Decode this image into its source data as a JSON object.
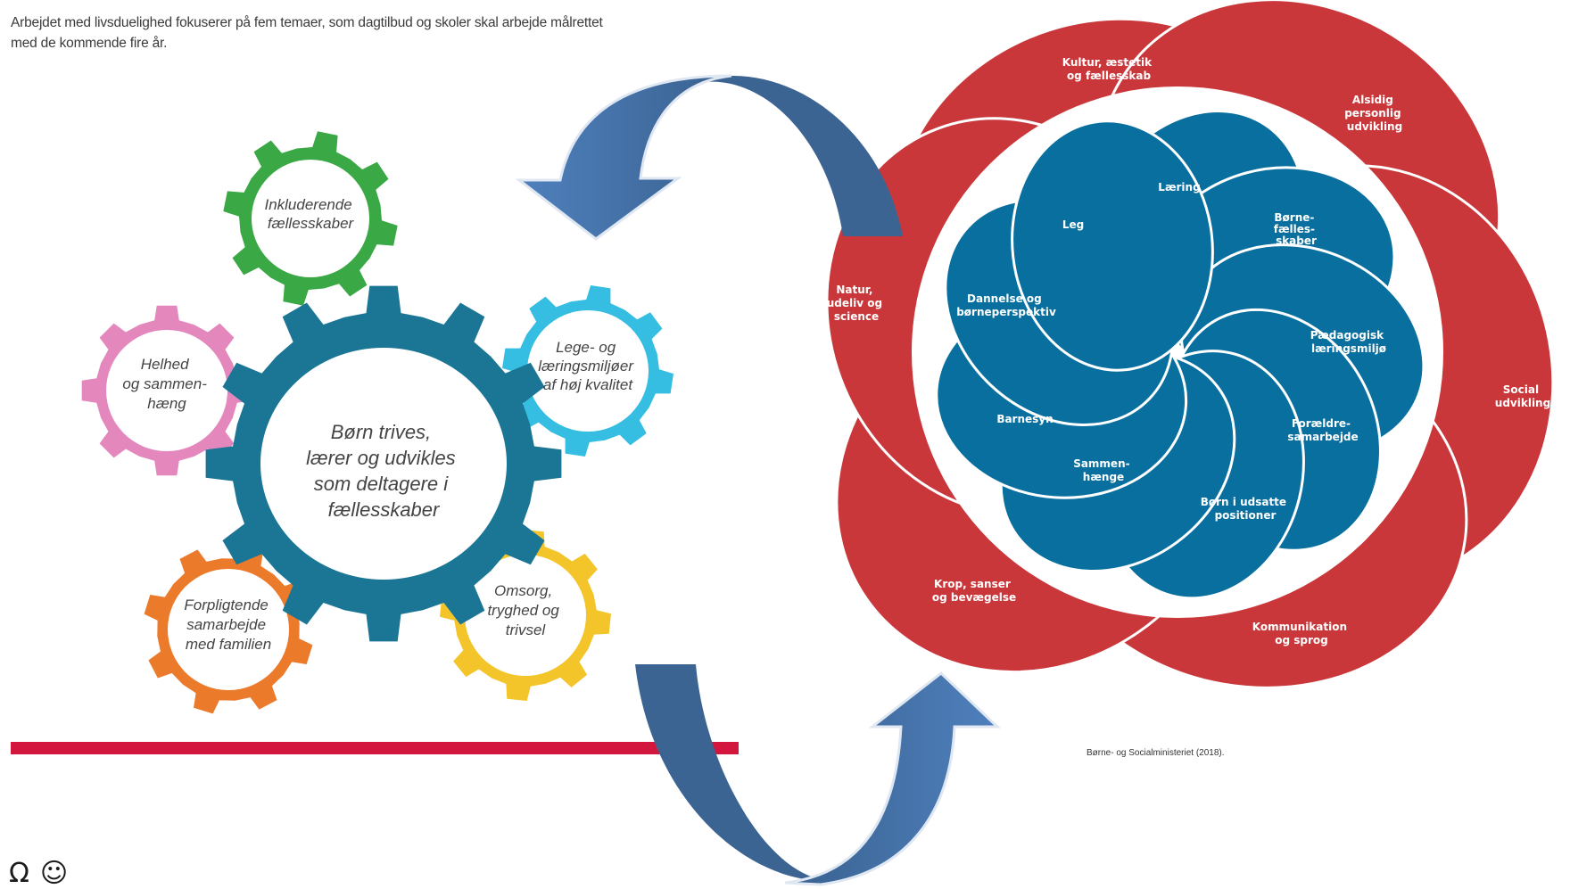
{
  "intro": {
    "line1": "Arbejdet med livsduelighed fokuserer på fem temaer, som dagtilbud og skoler skal arbejde målrettet",
    "line2": "med de kommende fire år."
  },
  "gears": {
    "center": [
      "Børn trives,",
      "lærer og udvikles",
      "som deltagere i",
      "fællesskaber"
    ],
    "top": [
      "Inkluderende",
      "fællesskaber"
    ],
    "left": [
      "Helhed",
      "og sammen-",
      "hæng"
    ],
    "right": [
      "Lege- og",
      "læringsmiljøer",
      "af høj kvalitet"
    ],
    "bottom_left": [
      "Forpligtende",
      "samarbejde",
      "med familien"
    ],
    "bottom_right": [
      "Omsorg,",
      "tryghed og",
      "trivsel"
    ]
  },
  "outer_petals": [
    [
      "Kultur, æstetik",
      "og fællesskab"
    ],
    [
      "Alsidig",
      "personlig",
      "udvikling"
    ],
    [
      "Social",
      "udvikling"
    ],
    [
      "Kommunikation",
      "og sprog"
    ],
    [
      "Krop, sanser",
      "og bevægelse"
    ],
    [
      "Natur,",
      "udeliv og",
      "science"
    ]
  ],
  "inner_petals": [
    [
      "Læring"
    ],
    [
      "Børne-",
      "fælles-",
      "skaber"
    ],
    [
      "Pædagogisk",
      "læringsmiljø"
    ],
    [
      "Forældre-",
      "samarbejde"
    ],
    [
      "Børn i udsatte",
      "positioner"
    ],
    [
      "Sammen-",
      "hænge"
    ],
    [
      "Barnesyn"
    ],
    [
      "Dannelse og",
      "børneperspektiv"
    ],
    [
      "Leg"
    ]
  ],
  "citation": "Børne- og Socialministeriet (2018).",
  "bottom_caption": "Ω☺",
  "colors": {
    "gear_center": "#1b7696",
    "gear_top": "#39a845",
    "gear_left": "#e487bd",
    "gear_right": "#35bde2",
    "gear_bottom_left": "#ec7a2b",
    "gear_bottom_right": "#f3c52a",
    "petal_red": "#c9373a",
    "petal_blue": "#086f9f",
    "arrow_blue": "#4f80bd",
    "arrow_dark": "#3c6493",
    "divider": "#d3163e"
  }
}
